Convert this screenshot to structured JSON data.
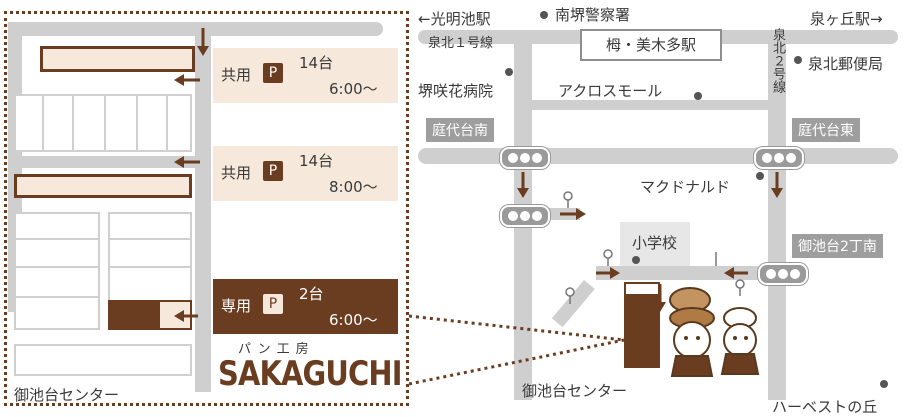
{
  "detail_map": {
    "parking": [
      {
        "type": "共用",
        "badge": "P",
        "spaces": "14台",
        "hours": "6:00〜"
      },
      {
        "type": "共用",
        "badge": "P",
        "spaces": "14台",
        "hours": "8:00〜"
      },
      {
        "type": "専用",
        "badge": "P",
        "spaces": "2台",
        "hours": "6:00〜"
      }
    ],
    "shop_kana": "パン工房",
    "shop_name": "SAKAGUCHI",
    "bottom_label": "御池台センター"
  },
  "area_map": {
    "station_left": "←光明池駅",
    "line_left": "泉北１号線",
    "police": "南堺警察署",
    "station_box": "栂・美木多駅",
    "line_right": "泉北２号線",
    "station_right": "泉ヶ丘駅→",
    "post_office": "泉北郵便局",
    "hospital": "堺咲花病院",
    "mall": "アクロスモール",
    "intersection_nw": "庭代台南",
    "intersection_ne": "庭代台東",
    "mcd": "マクドナルド",
    "school": "小学校",
    "intersection_e": "御池台2丁南",
    "center": "御池台センター",
    "harvest": "ハーベストの丘"
  },
  "colors": {
    "brand_brown": "#6b3d20",
    "panel_beige": "#f6e9dc",
    "road_gray": "#cfcfcf",
    "label_gray": "#9e9e9e"
  }
}
